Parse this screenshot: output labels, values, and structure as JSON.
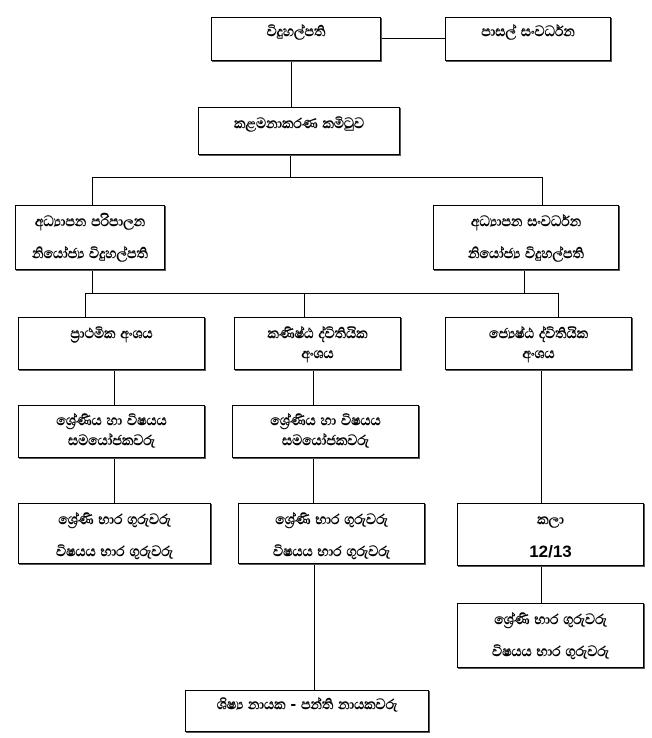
{
  "chart_data": {
    "type": "org-chart",
    "title": "",
    "nodes": [
      {
        "id": "principal",
        "lines": [
          "විදුහල්පති"
        ]
      },
      {
        "id": "school-development",
        "lines": [
          "පාසල් සංවර්ධන"
        ]
      },
      {
        "id": "management-committee",
        "lines": [
          "කළමනාකරණ කමිටුව"
        ]
      },
      {
        "id": "deputy-principal-admin",
        "lines": [
          "අධ්‍යාපන පරිපාලන",
          "නියෝජ්‍ය විදුහල්පති"
        ]
      },
      {
        "id": "deputy-principal-development",
        "lines": [
          "අධ්‍යාපන සංවර්ධන",
          "නියෝජ්‍ය විදුහල්පති"
        ]
      },
      {
        "id": "primary-section",
        "lines": [
          "ප්‍රාථමික අංශය"
        ]
      },
      {
        "id": "junior-secondary-section",
        "lines": [
          "කණිෂ්ඨ ද්විතියික",
          "අංශය"
        ]
      },
      {
        "id": "senior-secondary-section",
        "lines": [
          "ජ්‍යෙෂ්ඨ ද්විතියික",
          "අංශය"
        ]
      },
      {
        "id": "primary-coordinators",
        "lines": [
          "ශ්‍රේණිය හා විෂයය",
          "සමයෝජකවරු"
        ]
      },
      {
        "id": "junior-coordinators",
        "lines": [
          "ශ්‍රේණිය හා විෂයය",
          "සමයෝජකවරු"
        ]
      },
      {
        "id": "primary-teachers",
        "lines": [
          "ශ්‍රේණි භාර ගුරුවරු",
          "විෂයය භාර ගුරුවරු"
        ]
      },
      {
        "id": "junior-teachers",
        "lines": [
          "ශ්‍රේණි භාර ගුරුවරු",
          "විෂයය භාර ගුරුවරු"
        ]
      },
      {
        "id": "arts-stream",
        "lines": [
          "කලා",
          "12/13"
        ]
      },
      {
        "id": "senior-teachers",
        "lines": [
          "ශ්‍රේණි භාර ගුරුවරු",
          "විෂයය භාර ගුරුවරු"
        ]
      },
      {
        "id": "student-leaders",
        "lines": [
          "ශිෂ්‍ය නායක - පන්ති නායකවරු"
        ]
      }
    ],
    "edges": [
      [
        "principal",
        "school-development"
      ],
      [
        "principal",
        "management-committee"
      ],
      [
        "management-committee",
        "deputy-principal-admin"
      ],
      [
        "management-committee",
        "deputy-principal-development"
      ],
      [
        "deputy-principal-admin",
        "primary-section"
      ],
      [
        "deputy-principal-admin",
        "junior-secondary-section"
      ],
      [
        "deputy-principal-admin",
        "senior-secondary-section"
      ],
      [
        "deputy-principal-development",
        "primary-section"
      ],
      [
        "deputy-principal-development",
        "junior-secondary-section"
      ],
      [
        "deputy-principal-development",
        "senior-secondary-section"
      ],
      [
        "primary-section",
        "primary-coordinators"
      ],
      [
        "primary-coordinators",
        "primary-teachers"
      ],
      [
        "junior-secondary-section",
        "junior-coordinators"
      ],
      [
        "junior-coordinators",
        "junior-teachers"
      ],
      [
        "junior-teachers",
        "student-leaders"
      ],
      [
        "senior-secondary-section",
        "arts-stream"
      ],
      [
        "arts-stream",
        "senior-teachers"
      ]
    ]
  },
  "colors": {
    "line": "#000000",
    "box_border": "#000000",
    "background": "#ffffff",
    "text": "#000000"
  },
  "boxes": {
    "principal": {
      "line1": "විදුහල්පති"
    },
    "school_development": {
      "line1": "පාසල් සංවර්ධන"
    },
    "management_committee": {
      "line1": "කළමනාකරණ කමිටුව"
    },
    "deputy_admin": {
      "line1": "අධ්‍යාපන පරිපාලන",
      "line2": "නියෝජ්‍ය විදුහල්පති"
    },
    "deputy_development": {
      "line1": "අධ්‍යාපන සංවර්ධන",
      "line2": "නියෝජ්‍ය විදුහල්පති"
    },
    "primary_section": {
      "line1": "ප්‍රාථමික අංශය"
    },
    "junior_section": {
      "line1": "කණිෂ්ඨ ද්විතියික",
      "line2": "අංශය"
    },
    "senior_section": {
      "line1": "ජ්‍යෙෂ්ඨ ද්විතියික",
      "line2": "අංශය"
    },
    "primary_coordinators": {
      "line1": "ශ්‍රේණිය හා විෂයය",
      "line2": "සමයෝජකවරු"
    },
    "junior_coordinators": {
      "line1": "ශ්‍රේණිය හා විෂයය",
      "line2": "සමයෝජකවරු"
    },
    "primary_teachers": {
      "line1": "ශ්‍රේණි භාර ගුරුවරු",
      "line2": "විෂයය භාර ගුරුවරු"
    },
    "junior_teachers": {
      "line1": "ශ්‍රේණි භාර ගුරුවරු",
      "line2": "විෂයය භාර ගුරුවරු"
    },
    "arts_stream": {
      "line1": "කලා",
      "line2": "12/13"
    },
    "senior_teachers": {
      "line1": "ශ්‍රේණි භාර ගුරුවරු",
      "line2": "විෂයය භාර ගුරුවරු"
    },
    "student_leaders": {
      "line1": "ශිෂ්‍ය නායක - පන්ති නායකවරු"
    }
  }
}
